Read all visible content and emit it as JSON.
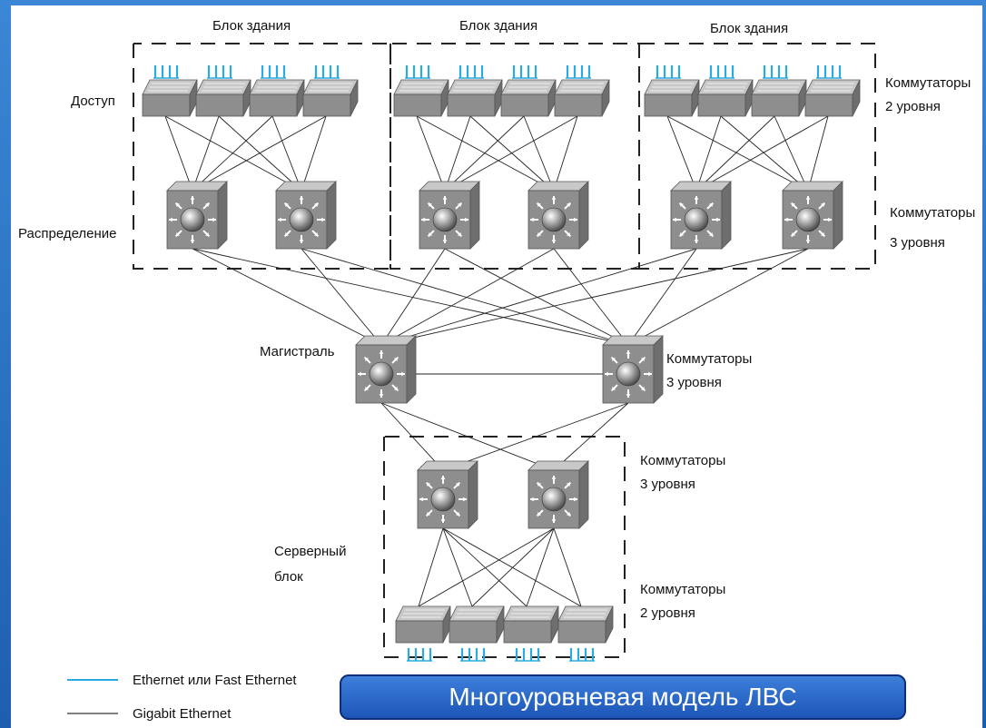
{
  "title": "Многоуровневая модель ЛВС",
  "labels": {
    "building_block": "Блок здания",
    "access": "Доступ",
    "distribution": "Распределение",
    "core": "Магистраль",
    "server_block_line1": "Серверный",
    "server_block_line2": "блок",
    "switches": "Коммутаторы",
    "level2": "2 уровня",
    "level3": "3 уровня"
  },
  "legend": [
    {
      "label": "Ethernet или Fast Ethernet",
      "color": "#29abe2"
    },
    {
      "label": "Gigabit Ethernet",
      "color": "#000000"
    }
  ],
  "colors": {
    "device_face": "#8e8e8e",
    "device_top": "#c8c8c8",
    "device_side": "#6e6e6e",
    "ethernet_ports": "#29abe2",
    "block_border": "#222222",
    "banner": "#2a6fd0",
    "frame": "#2a6fc0"
  }
}
